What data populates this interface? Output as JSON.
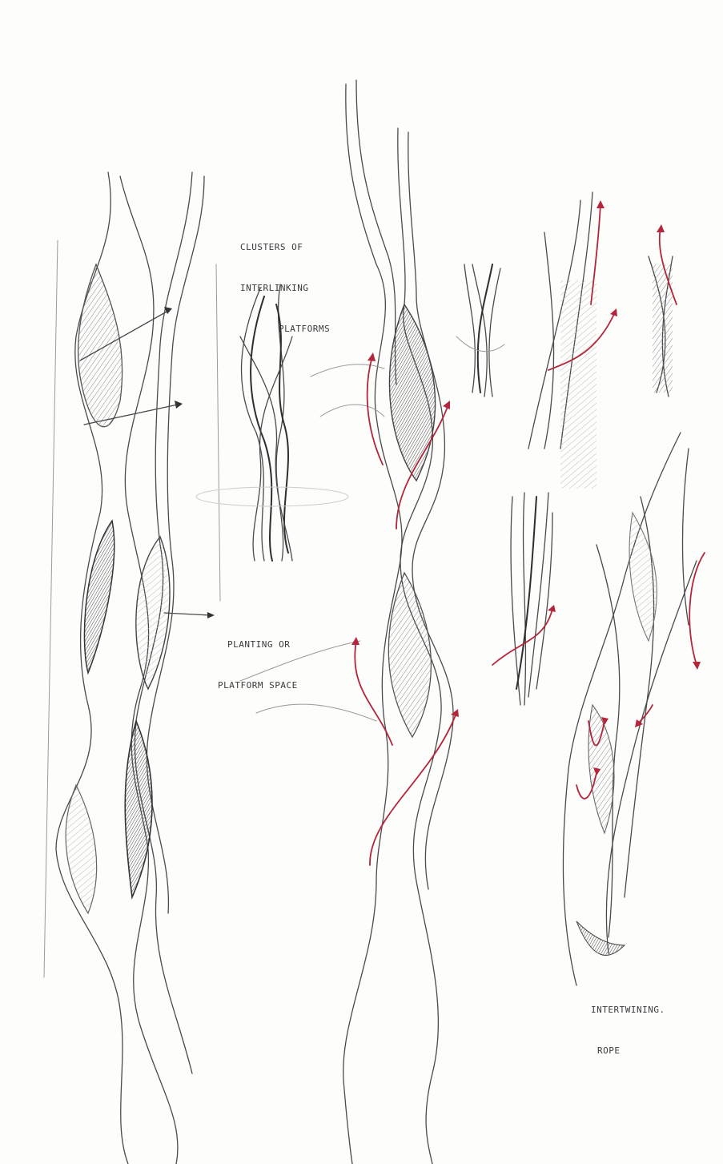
{
  "annotations": {
    "clusters_line1": "CLUSTERS OF",
    "clusters_line2": "INTERLINKING",
    "clusters_line3": "PLATFORMS",
    "planting_line1": "PLANTING OR",
    "planting_line2": "PLATFORM SPACE",
    "rope_line1": "INTERTWINING.",
    "rope_line2": "ROPE"
  },
  "colors": {
    "paper": "#fdfdfc",
    "pencil": "#4a4a4a",
    "accent_arrows": "#b3263c"
  }
}
